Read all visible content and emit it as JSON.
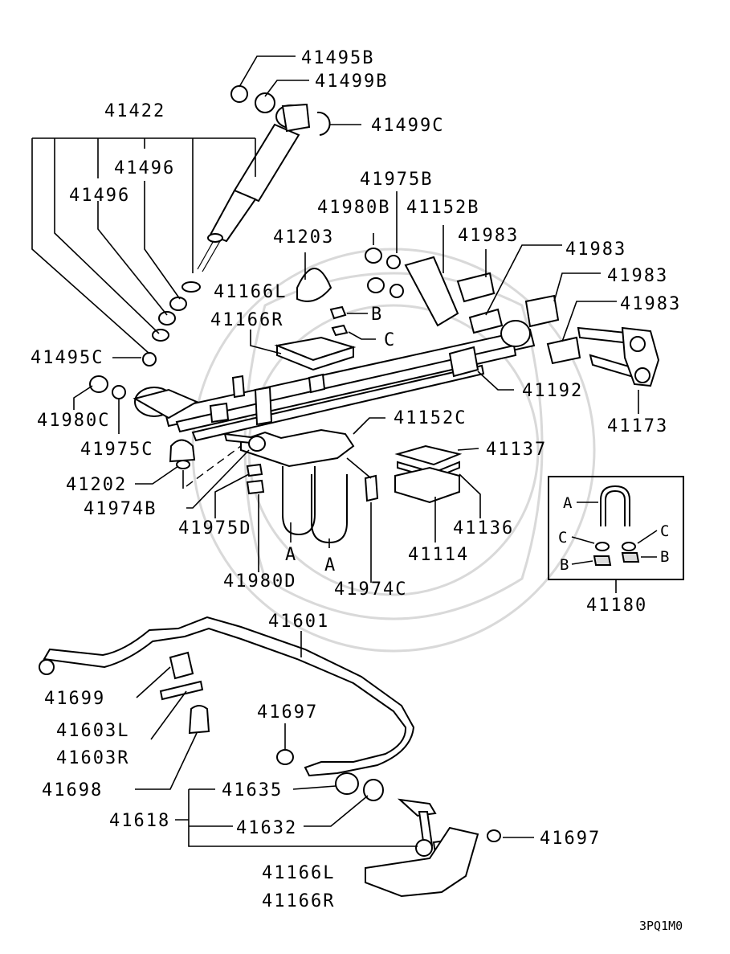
{
  "diagram": {
    "code": "3PQ1M0",
    "parts": {
      "p41495B": "41495B",
      "p41499B": "41499B",
      "p41499C": "41499C",
      "p41422": "41422",
      "p41496a": "41496",
      "p41496b": "41496",
      "p41975B": "41975B",
      "p41980B": "41980B",
      "p41152B": "41152B",
      "p41203": "41203",
      "p41983a": "41983",
      "p41983b": "41983",
      "p41983c": "41983",
      "p41983d": "41983",
      "p41166L_top": "41166L",
      "p41166R_top": "41166R",
      "p41495C": "41495C",
      "p41192": "41192",
      "p41173": "41173",
      "p41980C": "41980C",
      "p41975C": "41975C",
      "p41152C": "41152C",
      "p41137": "41137",
      "p41202": "41202",
      "p41974B": "41974B",
      "p41975D": "41975D",
      "p41136": "41136",
      "p41114": "41114",
      "p41980D": "41980D",
      "p41974C": "41974C",
      "p41180": "41180",
      "p41601": "41601",
      "p41699": "41699",
      "p41603L": "41603L",
      "p41603R": "41603R",
      "p41697a": "41697",
      "p41698": "41698",
      "p41635": "41635",
      "p41618": "41618",
      "p41632": "41632",
      "p41697b": "41697",
      "p41166L_bot": "41166L",
      "p41166R_bot": "41166R"
    },
    "letters": {
      "A": "A",
      "B": "B",
      "C": "C"
    }
  }
}
